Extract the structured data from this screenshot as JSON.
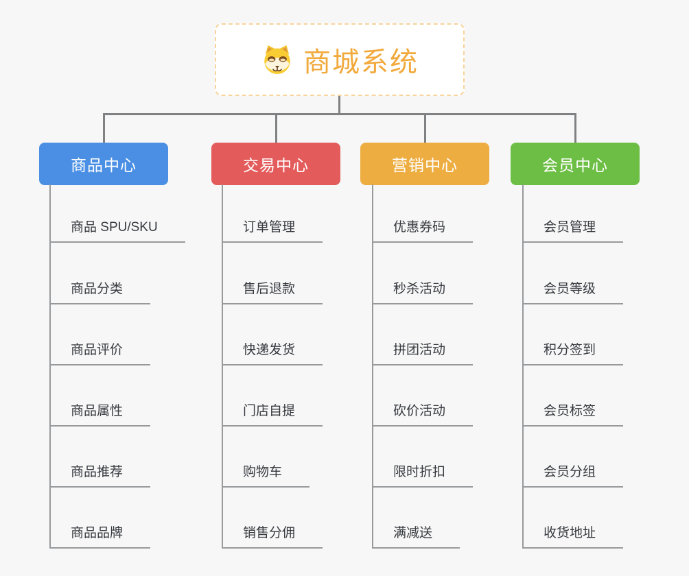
{
  "root": {
    "label": "商城系统",
    "icon": "dog-face-icon",
    "text_color": "#f2a93b",
    "border_color": "#f8d49c"
  },
  "connector_color": "#7f8182",
  "underline_color": "#97999b",
  "branches": [
    {
      "label": "商品中心",
      "color": "#4a8fe3",
      "children": [
        "商品 SPU/SKU",
        "商品分类",
        "商品评价",
        "商品属性",
        "商品推荐",
        "商品品牌"
      ]
    },
    {
      "label": "交易中心",
      "color": "#e45b5b",
      "children": [
        "订单管理",
        "售后退款",
        "快递发货",
        "门店自提",
        "购物车",
        "销售分佣"
      ]
    },
    {
      "label": "营销中心",
      "color": "#edad41",
      "children": [
        "优惠券码",
        "秒杀活动",
        "拼团活动",
        "砍价活动",
        "限时折扣",
        "满减送"
      ]
    },
    {
      "label": "会员中心",
      "color": "#6cbe45",
      "children": [
        "会员管理",
        "会员等级",
        "积分签到",
        "会员标签",
        "会员分组",
        "收货地址"
      ]
    }
  ]
}
